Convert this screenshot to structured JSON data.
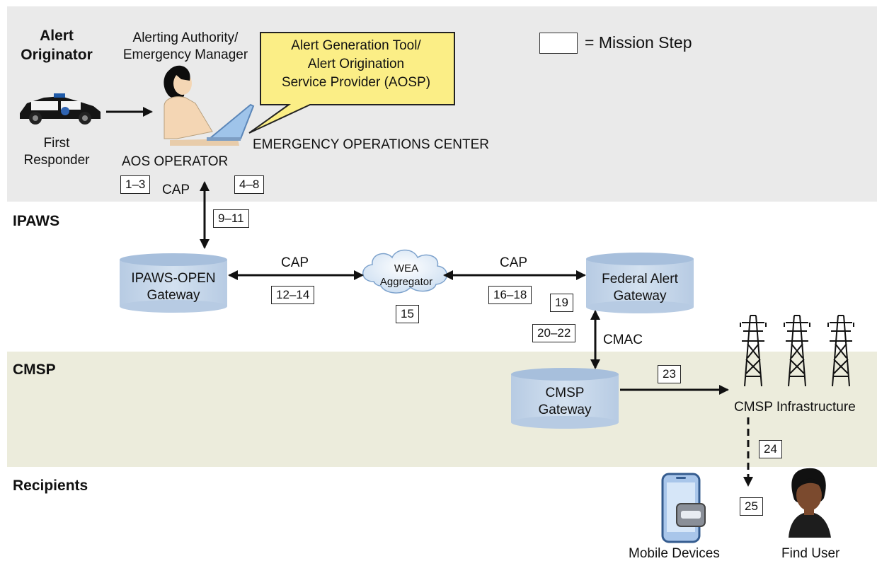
{
  "sections": {
    "alert_originator": "Alert\nOriginator",
    "ipaws": "IPAWS",
    "cmsp": "CMSP",
    "recipients": "Recipients"
  },
  "legend": {
    "label": "= Mission Step"
  },
  "actors": {
    "alerting_authority": "Alerting Authority/\nEmergency Manager",
    "first_responder": "First\nResponder",
    "aos_operator": "AOS OPERATOR",
    "eoc": "EMERGENCY OPERATIONS CENTER",
    "callout": "Alert Generation Tool/\nAlert Origination\nService Provider (AOSP)"
  },
  "nodes": {
    "ipaws_open": "IPAWS-OPEN\nGateway",
    "wea_aggregator": "WEA\nAggregator",
    "federal_alert_gateway": "Federal Alert\nGateway",
    "cmsp_gateway": "CMSP\nGateway",
    "cmsp_infrastructure": "CMSP Infrastructure",
    "mobile_devices": "Mobile Devices",
    "find_user": "Find User"
  },
  "protocols": {
    "cap_1": "CAP",
    "cap_2": "CAP",
    "cap_3": "CAP",
    "cmac": "CMAC"
  },
  "steps": {
    "s1_3": "1–3",
    "s4_8": "4–8",
    "s9_11": "9–11",
    "s12_14": "12–14",
    "s15": "15",
    "s16_18": "16–18",
    "s19": "19",
    "s20_22": "20–22",
    "s23": "23",
    "s24": "24",
    "s25": "25"
  },
  "colors": {
    "top_band": "#eaeaea",
    "cmsp_band": "#ececdc",
    "cylinder": "#c6d7ea",
    "callout": "#fbee86",
    "cloud": "#dfeaf6"
  }
}
